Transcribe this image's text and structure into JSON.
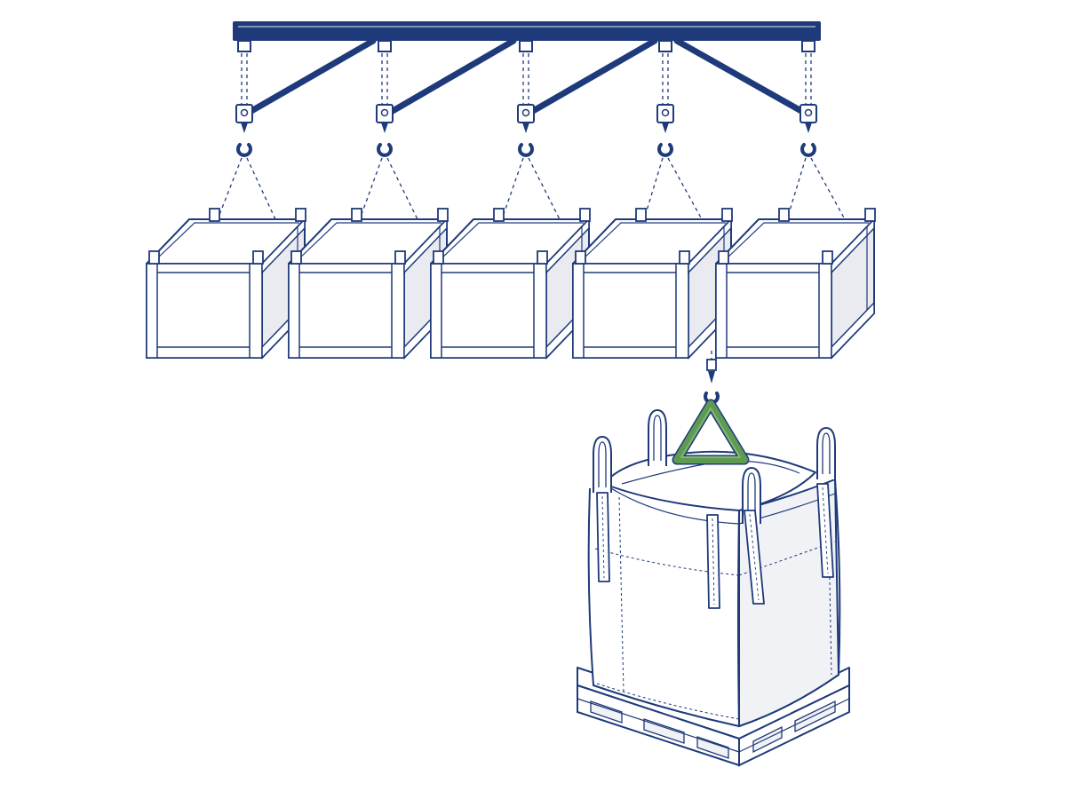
{
  "diagram": {
    "colors": {
      "line": "#1f3a7a",
      "beam": "#1f3a7a",
      "crate_side_shade": "#e9ebf0",
      "crate_top": "#ffffff",
      "bag_fill": "#ffffff",
      "bag_shade": "#f1f2f5",
      "sling": "#5e9a52",
      "sling_light": "#7fb66f"
    },
    "parts": {
      "spreader_beam": "spreader-beam",
      "hoist_units": 5,
      "crates": 5,
      "bulk_bag": "fibc-bulk-bag",
      "pallet": "wooden-pallet",
      "lifting_triangle": "green-lifting-triangle"
    }
  }
}
